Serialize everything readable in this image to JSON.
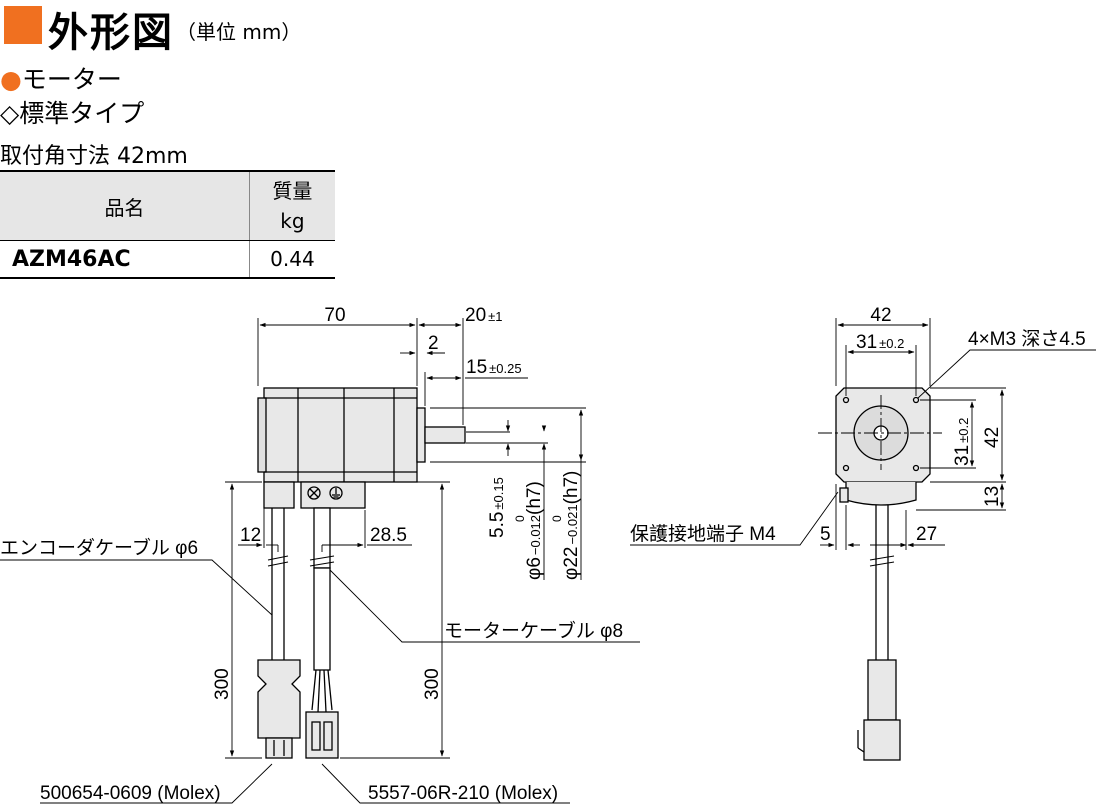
{
  "header": {
    "title": "外形図",
    "unit": "（単位 mm）",
    "subtitle_motor": "モーター",
    "subtitle_type": "◇標準タイプ",
    "mounting": "取付角寸法 42mm",
    "accent_color": "#f07020"
  },
  "table": {
    "col_name": "品名",
    "col_mass": "質量",
    "col_mass_unit": "kg",
    "rows": [
      {
        "model": "AZM46AC",
        "mass": "0.44"
      }
    ]
  },
  "side_view": {
    "dim_length": "70",
    "dim_shaft": "20",
    "dim_shaft_tol": "±1",
    "dim_pilot": "2",
    "dim_flat": "15",
    "dim_flat_tol": "±0.25",
    "dim_flat_depth": "5.5",
    "dim_flat_depth_tol": "±0.15",
    "dim_shaft_dia": "φ6",
    "dim_shaft_dia_tol_upper": "0",
    "dim_shaft_dia_tol_lower": "−0.012",
    "dim_shaft_dia_fit": "(h7)",
    "dim_pilot_dia": "φ22",
    "dim_pilot_dia_tol_upper": "0",
    "dim_pilot_dia_tol_lower": "−0.021",
    "dim_pilot_dia_fit": "(h7)",
    "dim_encoder_offset": "12",
    "dim_motor_offset": "28.5",
    "dim_cable_len_left": "300",
    "dim_cable_len_right": "300",
    "encoder_cable_label": "エンコーダケーブル φ6",
    "motor_cable_label": "モーターケーブル φ8",
    "encoder_connector": "500654-0609 (Molex)",
    "motor_connector": "5557-06R-210 (Molex)"
  },
  "front_view": {
    "dim_width": "42",
    "dim_pitch_h": "31",
    "dim_pitch_h_tol": "±0.2",
    "dim_pitch_v": "31",
    "dim_pitch_v_tol": "±0.2",
    "dim_height": "42",
    "dim_bottom": "13",
    "screw_label": "4×M3 深さ4.5",
    "ground_label": "保護接地端子 M4",
    "dim_left": "5",
    "dim_right": "27"
  }
}
